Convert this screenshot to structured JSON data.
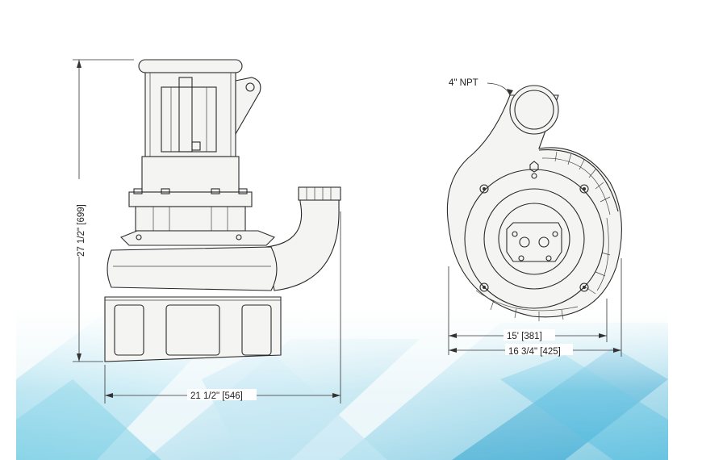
{
  "drawing": {
    "side_view": {
      "height_label": "27 1/2\"  [699]",
      "width_label": "21 1/2\"  [546]"
    },
    "front_view": {
      "discharge_label": "4\" NPT",
      "inner_width_label": "15'  [381]",
      "outer_width_label": "16 3/4\"  [425]"
    }
  },
  "colors": {
    "line": "#2a2a2a",
    "part_fill": "#f4f4f2",
    "bg_cyan": "#3fb6d8",
    "bg_light": "#bfe6f2"
  }
}
